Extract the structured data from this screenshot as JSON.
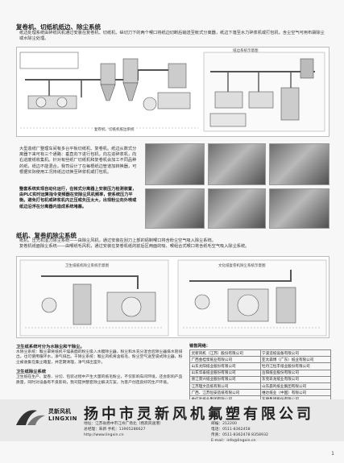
{
  "section1": {
    "title": "复卷机、切纸机纸边、除尘系统",
    "paragraph": "纸边处理系统由碎纸风机通过安装在复卷机、切纸机、纵切刀下的两个喉口将纸边切断后输送至帐式分离器，纸边下落至水力碎浆机或打包机，含尘空气可用布袋除尘或水除尘处理。",
    "figure_caption_left": "复卷机、切纸机纸边系统",
    "figure_caption_right": "纸边系统示意图"
  },
  "section1_text2": "大型造纸厂整理车间有多台平板切纸机、复卷机。纸边从数式分离器下来可有三个通路：垂直向下进行包机，向左进碎浆机，向右进废纸收集机。针对有些纸厂切纸机和复卷机会加工不同品种的纸，纸边不能混合。我司设计了在每根纸边管道加转换器，可根据实际使用工况将纸边切换至碎浆机或打包机。",
  "section1_bold": "整套系统实现自动化运行，在帐式分离器上安装压力检测装置，由PLC实时运算指令变频器在安除尘风机频率，使系统压力平衡。避免打包机或碎浆机内正压或负压太大，出现粉尘向外喷或纸边沿浮在分离器内造成系统堵塞。",
  "section2": {
    "title": "纸机、复卷机除尘系统",
    "line1": "纸机、压光机湿刀除尘系统——由除尘风机，通过安装在刮刀上部的铝制喉口将含粉尘空气吸入除尘系统。",
    "line2": "复卷机纸面除尘系统——由喉纸毛风机，通过安装在复卷机纸的前后区两面的吸、喉组合式喉口将含纸毛空气吸入除尘系统。",
    "figure_caption_left": "卫生纸纸机除尘系统示意图",
    "figure_caption_right": "文化纸复卷机除尘系统示意图"
  },
  "lower_left": {
    "block1_title": "卫生纸系统可分为水除尘和干除尘。",
    "block1_text": "水除尘系统：喉尘罩将纸机干燥表面的粉尘吸入水膜除尘器，粉尘和水充分混合后除尘器排水管排出，也可使用循环水，净气排出。干除尘系统：喉尘风机将含纸毛、粉尘空气送至袋式除尘器，粉尘被收集在集尘箱里，并定期清理，净气排出室外。",
    "block2_title": "卫生纸除尘系统",
    "block2_text": "卫生纸在生产、复卷、分切、包装过程中产生大量的纸毛粉尘，不仅影响车间环境，还会影响产品质量，同时对设备有不良影响，我司提供整套除尘解决方案，为客户创造良好的生产环境。"
  },
  "sales": {
    "title": "销售网络：",
    "rows": [
      [
        "灵新风机（江苏）股份有限公司",
        "宁波造纸设备有限公司"
      ],
      [
        "广西金桂浆纸业有限公司",
        "亚太森博（广东）纸业有限公司"
      ],
      [
        "山东太阳纸业股份有限公司",
        "牡丹江恒丰纸业股份有限公司"
      ],
      [
        "山东华泰纸业股份有限公司",
        "岳阳纸业股份有限公司"
      ],
      [
        "浙江景兴纸业股份有限公司",
        "东莞玖龙纸业有限公司"
      ],
      [
        "江苏理文造纸有限公司",
        "山东晨鸣纸业集团有限公司"
      ],
      [
        "广西、江苏恒安造纸有限公司",
        "维达纸业（中国）有限公司"
      ],
      [
        "金红叶纸业集团有限公司",
        "东顺集团股份有限公司"
      ],
      [
        "河北永新纸业有限公司",
        "金旺纤维纸业有限公司"
      ]
    ]
  },
  "footer": {
    "logo_cn": "灵新风机",
    "logo_en": "LINGXIN",
    "company": "扬中市灵新风机氟塑有限公司",
    "address_label": "地址：江苏省扬中市江州广场北（扬高风速港）",
    "contact": "总经理：朱新  手机：13905286627",
    "web": "http://www.lingxin.cn",
    "postcode": "邮编：212200",
    "tel": "电话：0511-8362458",
    "fax": "传真：0511-8362478 8358932",
    "email": "E-mail：info@lingxin.cn"
  },
  "page_number": "1"
}
